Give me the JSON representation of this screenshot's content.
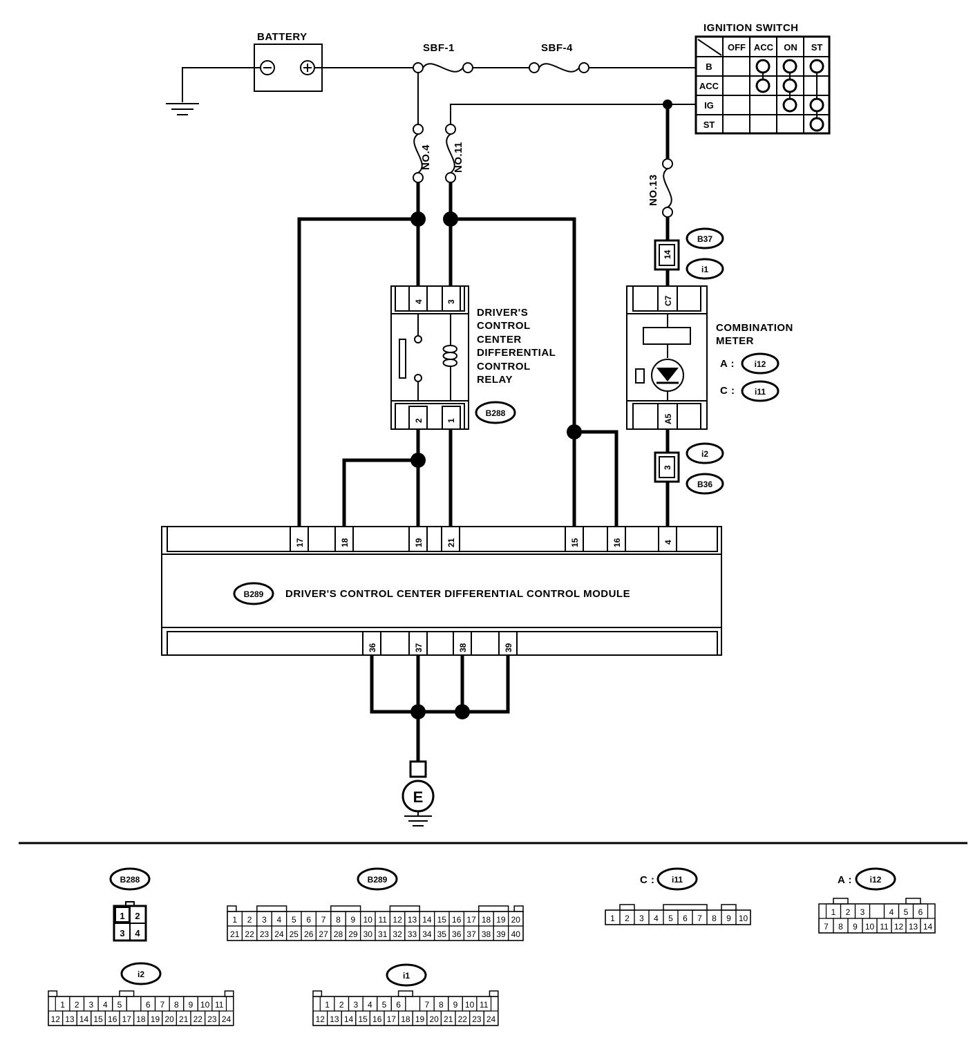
{
  "labels": {
    "battery": "BATTERY",
    "sbf1": "SBF-1",
    "sbf4": "SBF-4",
    "ignition_switch": "IGNITION SWITCH",
    "fuse_no4": "NO.4",
    "fuse_no11": "NO.11",
    "fuse_no13": "NO.13",
    "relay": [
      "DRIVER'S",
      "CONTROL",
      "CENTER",
      "DIFFERENTIAL",
      "CONTROL",
      "RELAY"
    ],
    "meter": [
      "COMBINATION",
      "METER"
    ],
    "meter_a": "A :",
    "meter_c": "C :",
    "module": "DRIVER'S CONTROL CENTER DIFFERENTIAL CONTROL MODULE",
    "ground": "E"
  },
  "ignition_table": {
    "columns": [
      "OFF",
      "ACC",
      "ON",
      "ST"
    ],
    "rows": [
      "B",
      "ACC",
      "IG",
      "ST"
    ]
  },
  "connectors": {
    "b288": "B288",
    "b289": "B289",
    "b37": "B37",
    "i1": "i1",
    "i2": "i2",
    "b36": "B36",
    "i12": "i12",
    "i11": "i11"
  },
  "pins": {
    "relay_top": [
      "4",
      "3"
    ],
    "relay_bottom": [
      "2",
      "1"
    ],
    "meter_top": "C7",
    "meter_bottom": "A5",
    "b37_pin": "14",
    "i2_pin": "3",
    "module_top": [
      "17",
      "18",
      "19",
      "21",
      "15",
      "16",
      "4"
    ],
    "module_bottom": [
      "36",
      "37",
      "38",
      "39"
    ]
  },
  "connector_views": {
    "b288": {
      "label": "B288",
      "rows": [
        [
          "1",
          "2"
        ],
        [
          "3",
          "4"
        ]
      ]
    },
    "b289": {
      "label": "B289",
      "rows": [
        [
          "1",
          "2",
          "3",
          "4",
          "5",
          "6",
          "7",
          "8",
          "9",
          "10",
          "11",
          "12",
          "13",
          "14",
          "15",
          "16",
          "17",
          "18",
          "19",
          "20"
        ],
        [
          "21",
          "22",
          "23",
          "24",
          "25",
          "26",
          "27",
          "28",
          "29",
          "30",
          "31",
          "32",
          "33",
          "34",
          "35",
          "36",
          "37",
          "38",
          "39",
          "40"
        ]
      ]
    },
    "i11": {
      "prefix": "C :",
      "label": "i11",
      "rows": [
        [
          "1",
          "2",
          "3",
          "4",
          "5",
          "6",
          "7",
          "8",
          "9",
          "10"
        ]
      ]
    },
    "i12": {
      "prefix": "A :",
      "label": "i12",
      "rows": [
        [
          "1",
          "2",
          "3",
          "",
          "4",
          "5",
          "6"
        ],
        [
          "7",
          "8",
          "9",
          "10",
          "11",
          "12",
          "13",
          "14"
        ]
      ]
    },
    "i2": {
      "label": "i2",
      "rows": [
        [
          "1",
          "2",
          "3",
          "4",
          "5",
          "",
          "6",
          "7",
          "8",
          "9",
          "10",
          "11"
        ],
        [
          "12",
          "13",
          "14",
          "15",
          "16",
          "17",
          "18",
          "19",
          "20",
          "21",
          "22",
          "23",
          "24"
        ]
      ]
    },
    "i1": {
      "label": "i1",
      "rows": [
        [
          "1",
          "2",
          "3",
          "4",
          "5",
          "6",
          "",
          "7",
          "8",
          "9",
          "10",
          "11"
        ],
        [
          "12",
          "13",
          "14",
          "15",
          "16",
          "17",
          "18",
          "19",
          "20",
          "21",
          "22",
          "23",
          "24"
        ]
      ]
    }
  }
}
